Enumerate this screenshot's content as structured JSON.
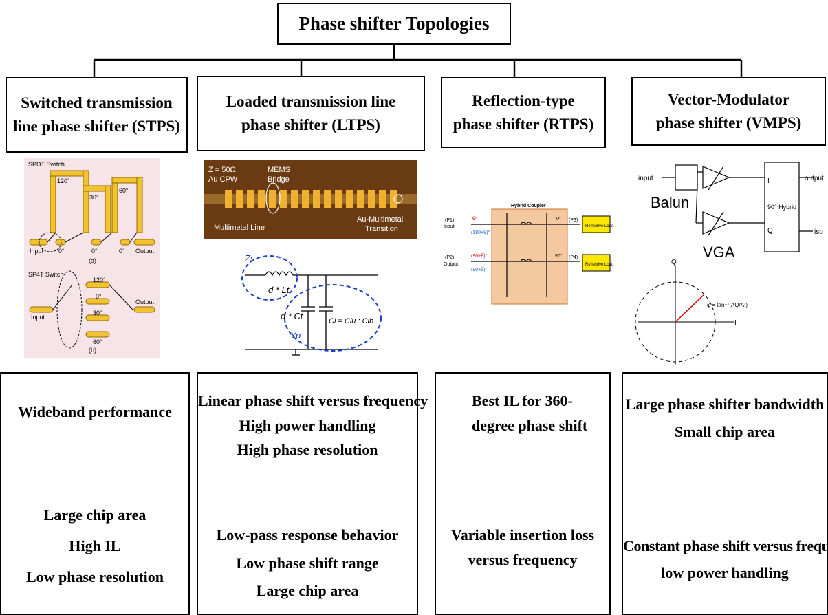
{
  "title": "Phase shifter Topologies",
  "columns": [
    {
      "heading_lines": [
        "Switched transmission",
        "line phase shifter (STPS)"
      ],
      "pros": [
        "Wideband performance"
      ],
      "cons": [
        "Large chip area",
        "High IL",
        "Low phase resolution"
      ]
    },
    {
      "heading_lines": [
        "Loaded transmission line",
        "phase shifter (LTPS)"
      ],
      "pros": [
        "Linear phase shift versus frequency",
        "High power handling",
        "High phase resolution"
      ],
      "cons": [
        "Low-pass response behavior",
        "Low phase shift range",
        "Large chip area"
      ]
    },
    {
      "heading_lines": [
        "Reflection-type",
        "phase shifter (RTPS)"
      ],
      "pros": [
        "Best IL for 360-",
        "degree phase shift"
      ],
      "cons": [
        "Variable insertion loss",
        "versus frequency"
      ]
    },
    {
      "heading_lines": [
        "Vector-Modulator",
        "phase shifter (VMPS)"
      ],
      "pros": [
        "Large phase shifter bandwidth",
        "Small chip area"
      ],
      "cons": [
        "Constant phase shift versus frequency",
        "low power handling"
      ]
    }
  ],
  "stps_figure": {
    "spdt_label": "SPDT Switch",
    "angles_a": [
      "120°",
      "30°",
      "60°"
    ],
    "zeros": [
      "0°",
      "0°",
      "0°"
    ],
    "input": "Input",
    "output": "Output",
    "caption_a": "(a)",
    "sp4t_label": "SP4T Switch",
    "angles_b": [
      "120°",
      "0°",
      "30°",
      "60°"
    ],
    "caption_b": "(b)"
  },
  "ltps_figure": {
    "z_label": "Z = 50Ω",
    "cpw": "Au CPW",
    "mems": "MEMS",
    "bridge": "Bridge",
    "multimetal": "Multimetal Line",
    "transition1": "Au-Multimetal",
    "transition2": "Transition",
    "zs": "Zs",
    "ind": "d * Lt",
    "cap": "d * Ct",
    "cl": "Cl = Clu : Clb",
    "yp": "Yp"
  },
  "rtps_figure": {
    "coupler": "Hybrid Coupler",
    "p1": "(P1)",
    "p2": "(P2)",
    "p3": "(P3)",
    "p4": "(P4)",
    "input": "Input",
    "output": "Output",
    "load": "Reflective Load",
    "theta": "θ°",
    "b180": "(180+θ)°",
    "b90": "(90+θ)°",
    "zero": "0°",
    "ninety": "90°"
  },
  "vmps_figure": {
    "input": "input",
    "output": "output",
    "balun": "Balun",
    "hybrid": "90° Hybrid",
    "i": "I",
    "q": "Q",
    "iso": "iso",
    "vga": "VGA",
    "axis_q": "Q",
    "axis_i": "I",
    "phi": "φ = tan⁻¹(AQ/AI)"
  }
}
